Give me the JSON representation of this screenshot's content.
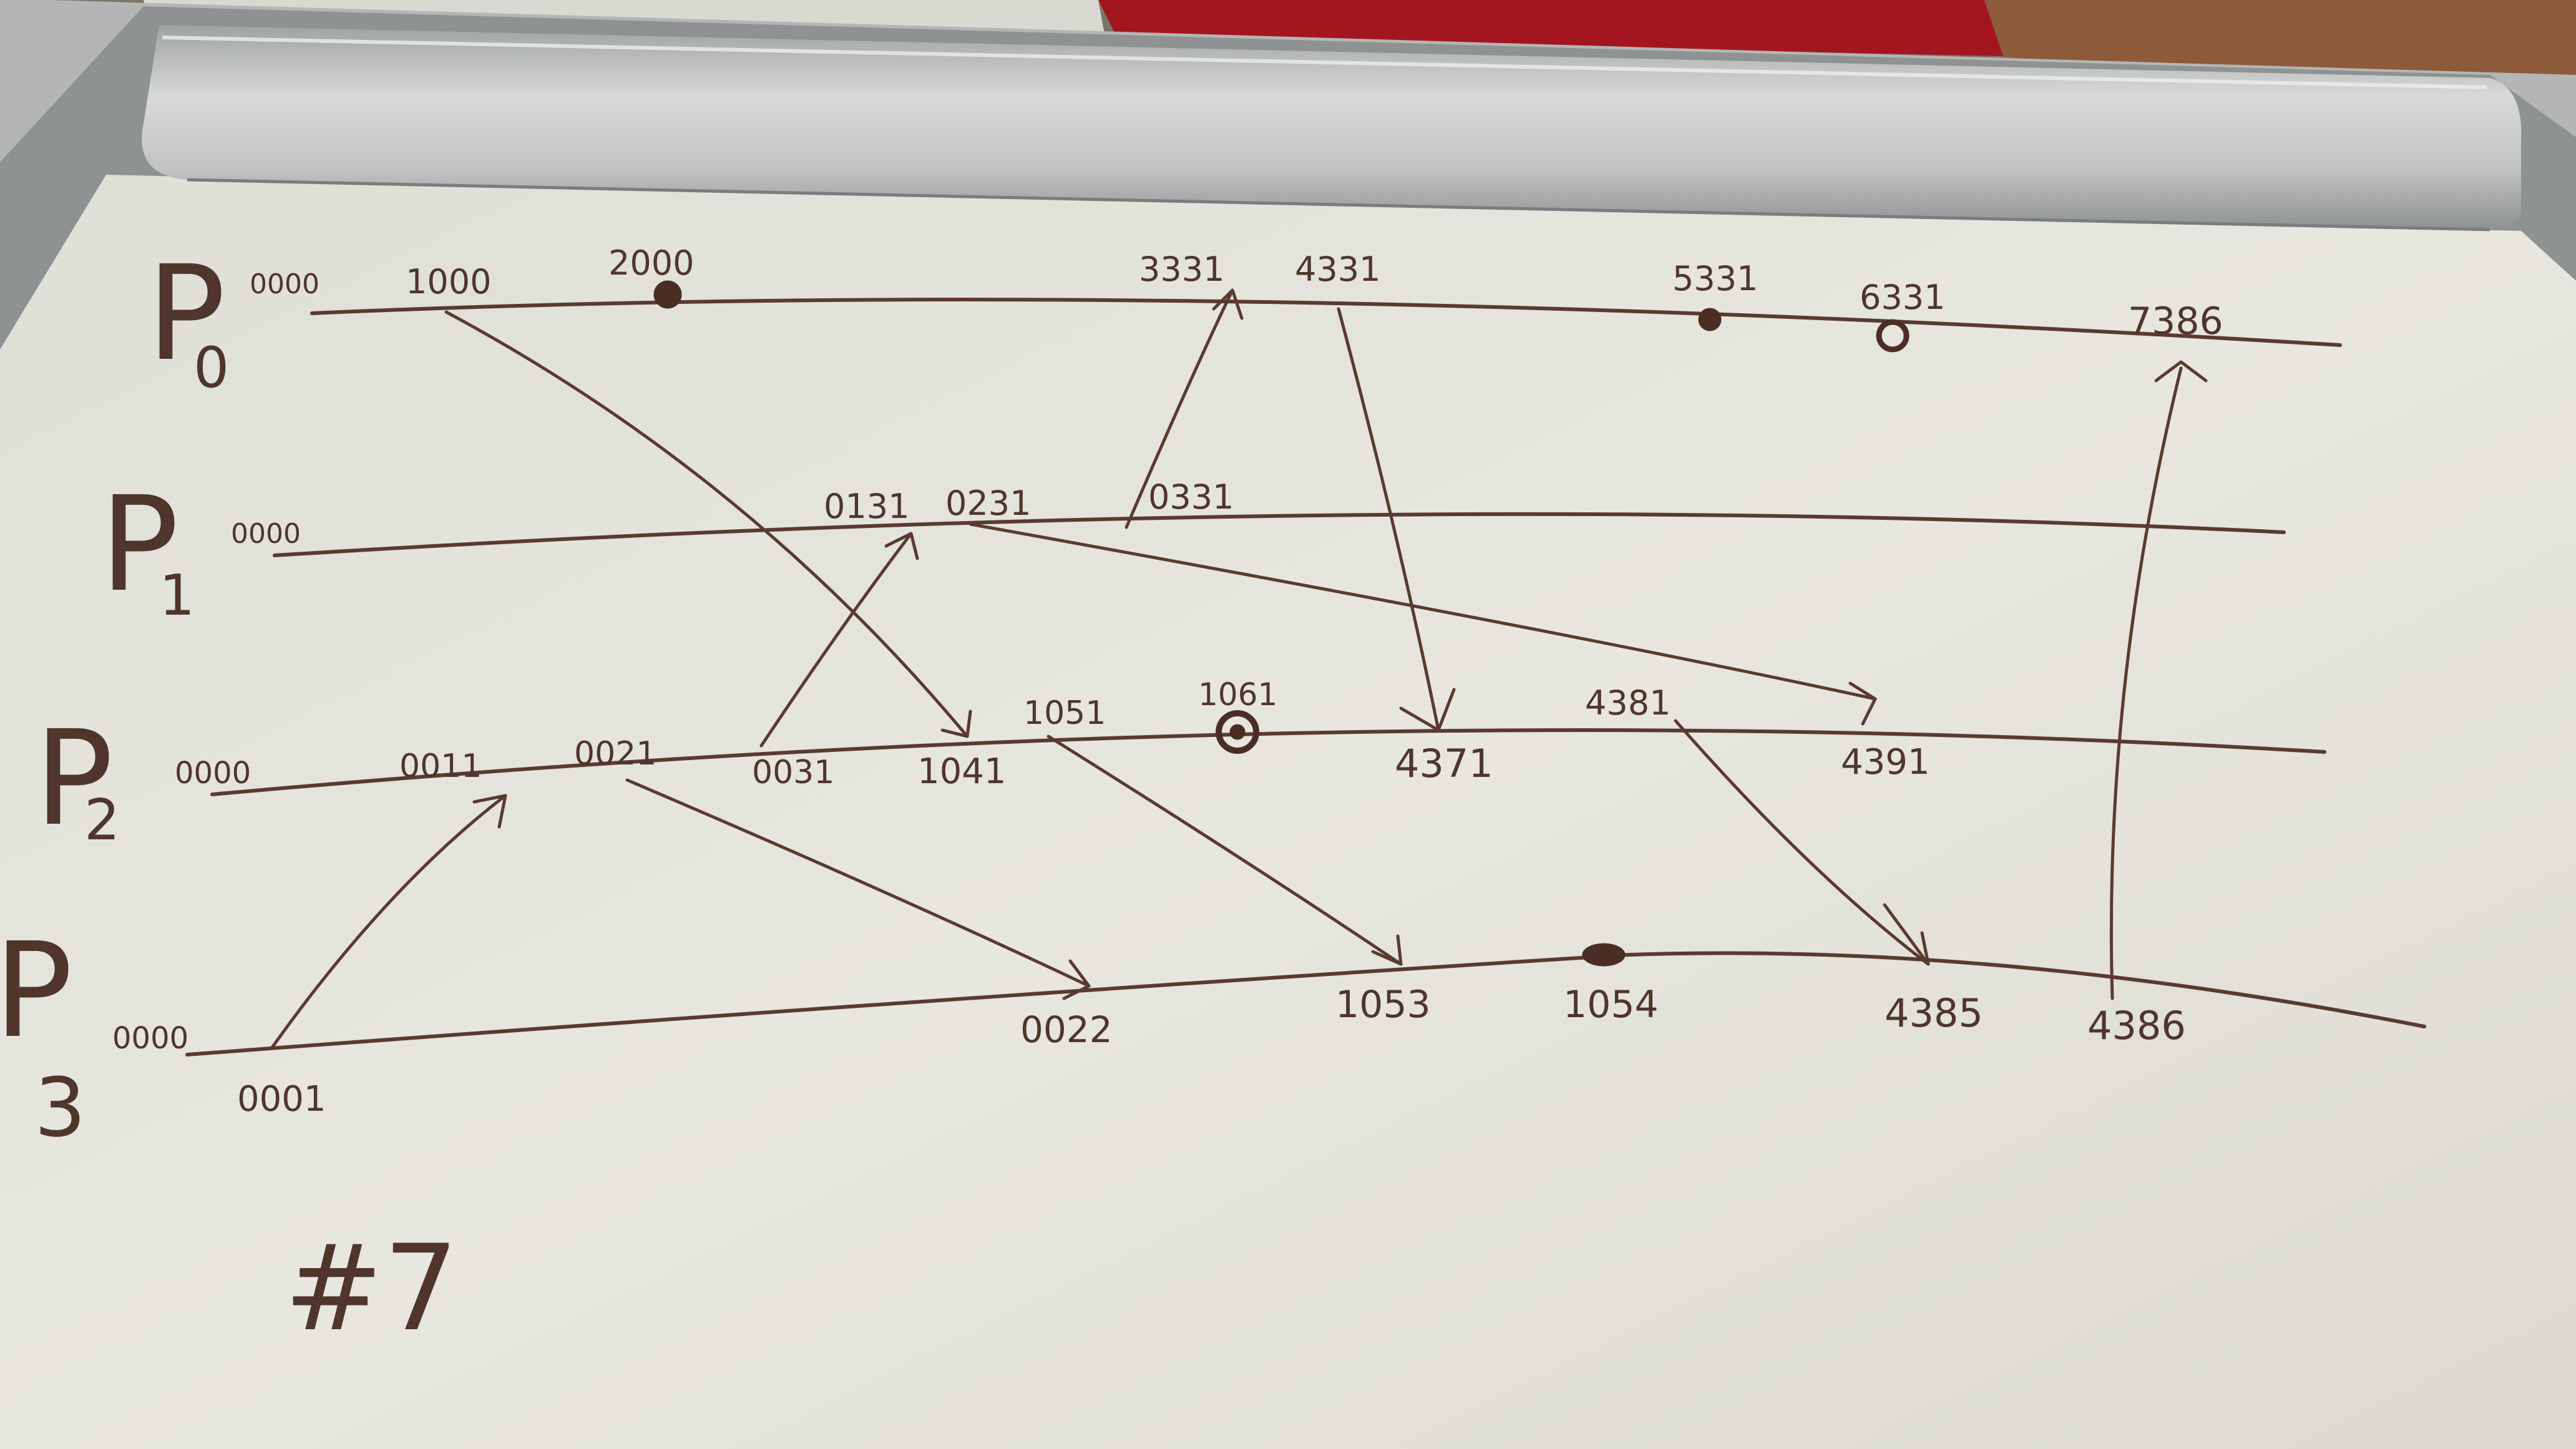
{
  "processes": [
    {
      "id": "p0",
      "label": "P",
      "sub": "0"
    },
    {
      "id": "p1",
      "label": "P",
      "sub": "1"
    },
    {
      "id": "p2",
      "label": "P",
      "sub": "2"
    },
    {
      "id": "p3",
      "label": "P",
      "sub": "3"
    }
  ],
  "events": {
    "p0": [
      "0000",
      "1000",
      "2000",
      "3331",
      "4331",
      "5331",
      "6331",
      "7386"
    ],
    "p1": [
      "0000",
      "0131",
      "0231",
      "0331"
    ],
    "p2": [
      "0000",
      "0011",
      "0021",
      "0031",
      "1041",
      "1051",
      "1061",
      "4371",
      "4381",
      "4391"
    ],
    "p3": [
      "0000",
      "0001",
      "0022",
      "1053",
      "1054",
      "4385",
      "4386"
    ]
  },
  "messages": [
    {
      "from": "P0 1000",
      "to": "P2 1041"
    },
    {
      "from": "P1 0331",
      "to": "P0 3331"
    },
    {
      "from": "P0 4331",
      "to": "P2 4371"
    },
    {
      "from": "P1 0231",
      "to": "P2 4391"
    },
    {
      "from": "P2 0031",
      "to": "P1 0131"
    },
    {
      "from": "P3 0001",
      "to": "P2 0011"
    },
    {
      "from": "P2 0021",
      "to": "P3 0022"
    },
    {
      "from": "P2 1051",
      "to": "P3 1053"
    },
    {
      "from": "P2 4381",
      "to": "P3 4385"
    },
    {
      "from": "P3 4386",
      "to": "P0 7386"
    }
  ],
  "internal_events": [
    "P0 2000",
    "P0 5331",
    "P0 6331",
    "P2 1061",
    "P3 1054"
  ],
  "footer": "#7",
  "colors": {
    "ink": "#5a3a30",
    "board": "#e6e5dd",
    "frame": "#a9abaa",
    "tray": "#c8cac9",
    "red": "#a31620"
  }
}
